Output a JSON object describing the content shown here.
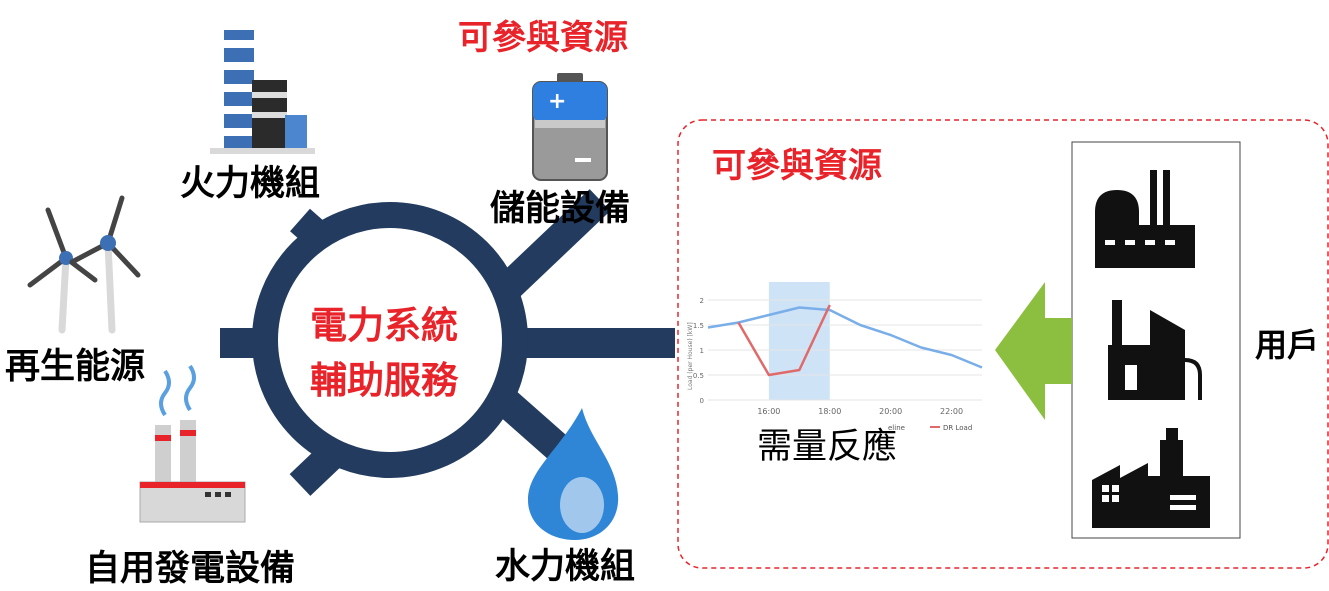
{
  "hub": {
    "line1": "電力系統",
    "line2": "輔助服務"
  },
  "resources": {
    "thermal": "火力機組",
    "storage": "儲能設備",
    "renewable": "再生能源",
    "cogeneration": "自用發電設備",
    "hydro": "水力機組"
  },
  "participant_title_top": "可參與資源",
  "participant_title_box": "可參與資源",
  "demand_response": "需量反應",
  "customers": "用戶",
  "chart_data": {
    "type": "line",
    "x": [
      "14:00",
      "15:00",
      "16:00",
      "17:00",
      "18:00",
      "19:00",
      "20:00",
      "21:00",
      "22:00",
      "23:00"
    ],
    "series": [
      {
        "name": "Baseline",
        "values": [
          1.45,
          1.55,
          1.7,
          1.85,
          1.8,
          1.5,
          1.3,
          1.05,
          0.9,
          0.65
        ]
      },
      {
        "name": "DR Load",
        "values": [
          null,
          1.55,
          0.5,
          0.6,
          1.9,
          null,
          null,
          null,
          null,
          null
        ]
      }
    ],
    "ylabel": "Load (per House) [kW]",
    "x_ticks": [
      "16:00",
      "18:00",
      "20:00",
      "22:00"
    ],
    "y_ticks": [
      "0",
      "0.5",
      "1",
      "1.5",
      "2"
    ],
    "ylim": [
      0,
      2.2
    ],
    "highlight_window": [
      "16:00",
      "18:00"
    ],
    "legend_visible": [
      "eline",
      "DR Load"
    ],
    "colors": {
      "baseline": "#7aaee8",
      "dr": "#e06a6a",
      "window": "#cfe3f7"
    }
  },
  "colors": {
    "hub": "#223b5e",
    "accent_red": "#e8232a",
    "arrow": "#8cbf3f",
    "box_border": "#e8232a"
  }
}
